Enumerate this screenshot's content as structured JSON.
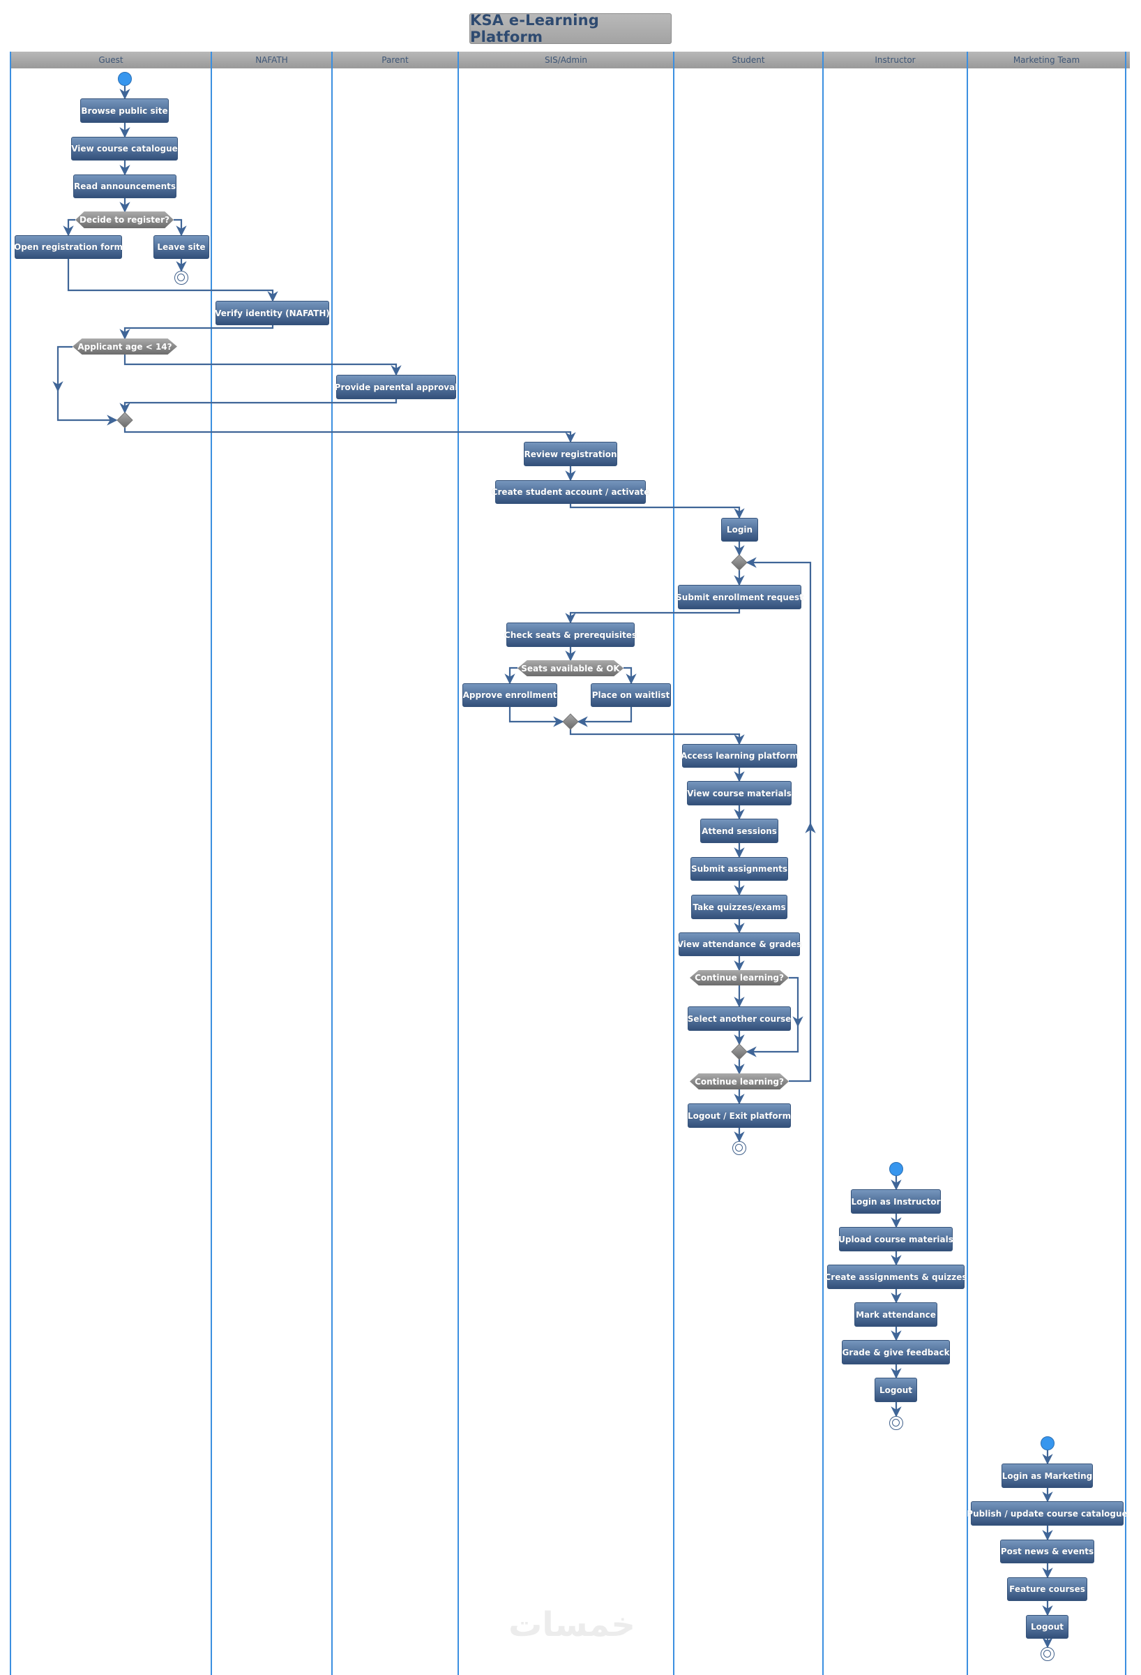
{
  "title": "KSA e-Learning Platform",
  "lanes": [
    {
      "id": "guest",
      "label": "Guest"
    },
    {
      "id": "nafath",
      "label": "NAFATH"
    },
    {
      "id": "parent",
      "label": "Parent"
    },
    {
      "id": "sis",
      "label": "SIS/Admin"
    },
    {
      "id": "student",
      "label": "Student"
    },
    {
      "id": "instructor",
      "label": "Instructor"
    },
    {
      "id": "marketing",
      "label": "Marketing Team"
    }
  ],
  "guest": {
    "browse": "Browse public site",
    "catalogue": "View course catalogue",
    "announcements": "Read announcements",
    "decide": "Decide to register?",
    "open_form": "Open registration form",
    "leave": "Leave site",
    "age_check": "Applicant age < 14?"
  },
  "nafath": {
    "verify": "Verify identity (NAFATH)"
  },
  "parent": {
    "approval": "Provide parental approval"
  },
  "sis": {
    "review": "Review registration",
    "create_account": "Create student account / activate",
    "check_seats": "Check seats & prerequisites",
    "seats_decision": "Seats available & OK",
    "approve": "Approve enrollment",
    "waitlist": "Place on waitlist"
  },
  "student": {
    "login": "Login",
    "submit_enrollment": "Submit enrollment request",
    "access": "Access learning platform",
    "materials": "View course materials",
    "attend": "Attend sessions",
    "assignments": "Submit assignments",
    "quizzes": "Take quizzes/exams",
    "grades": "View attendance & grades",
    "continue_1": "Continue learning?",
    "select_course": "Select another course",
    "continue_2": "Continue learning?",
    "logout": "Logout / Exit platform"
  },
  "instructor": {
    "login": "Login as Instructor",
    "upload": "Upload course materials",
    "create": "Create assignments & quizzes",
    "attendance": "Mark attendance",
    "grade": "Grade & give feedback",
    "logout": "Logout"
  },
  "marketing": {
    "login": "Login as Marketing",
    "publish": "Publish / update course catalogue",
    "news": "Post news & events",
    "feature": "Feature courses",
    "logout": "Logout"
  },
  "watermark": "خمسات",
  "colors": {
    "lane_border": "#3b8fe0",
    "connector": "#3f6597",
    "start_node": "#3796ee",
    "title_text": "#2e4a70"
  }
}
